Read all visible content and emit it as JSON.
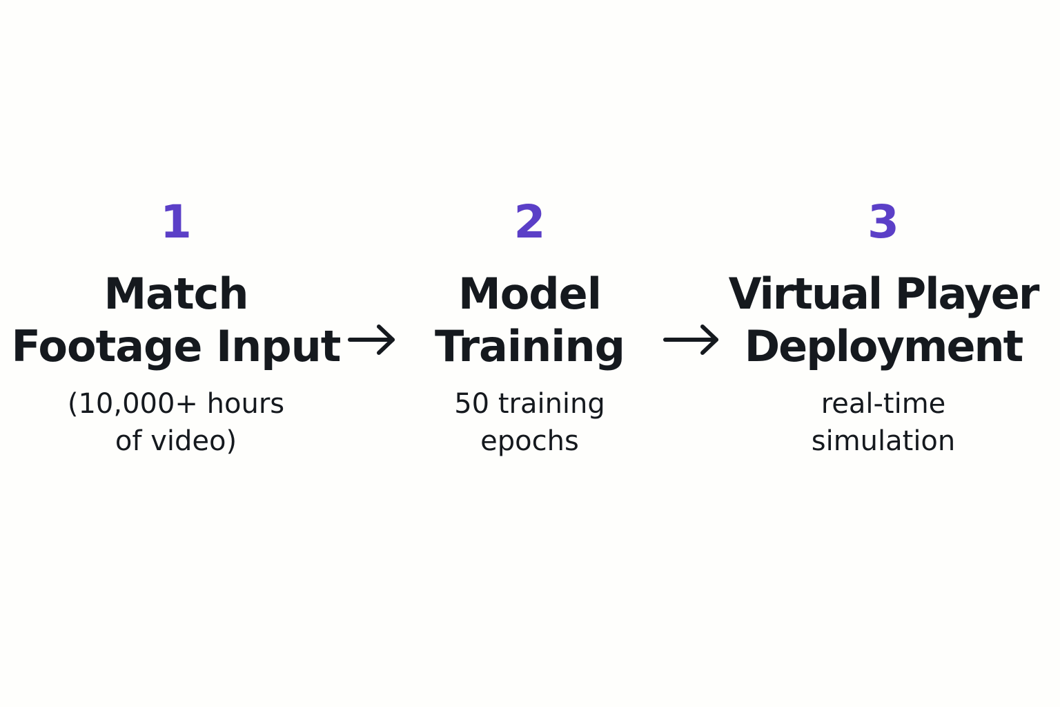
{
  "colors": {
    "step_number": "#5b3fc7",
    "text": "#15191e",
    "background": "#fefefc"
  },
  "steps": [
    {
      "number": "1",
      "title_lines": [
        "Match",
        "Footage Input"
      ],
      "detail_lines": [
        "(10,000+ hours",
        "of video)"
      ]
    },
    {
      "number": "2",
      "title_lines": [
        "Model",
        "Training"
      ],
      "detail_lines": [
        "50 training",
        "epochs"
      ]
    },
    {
      "number": "3",
      "title_lines": [
        "Virtual Player",
        "Deployment"
      ],
      "detail_lines": [
        "real-time",
        "simulation"
      ]
    }
  ],
  "connectors": [
    {
      "icon": "right-arrow-icon"
    },
    {
      "icon": "right-arrow-icon"
    }
  ]
}
